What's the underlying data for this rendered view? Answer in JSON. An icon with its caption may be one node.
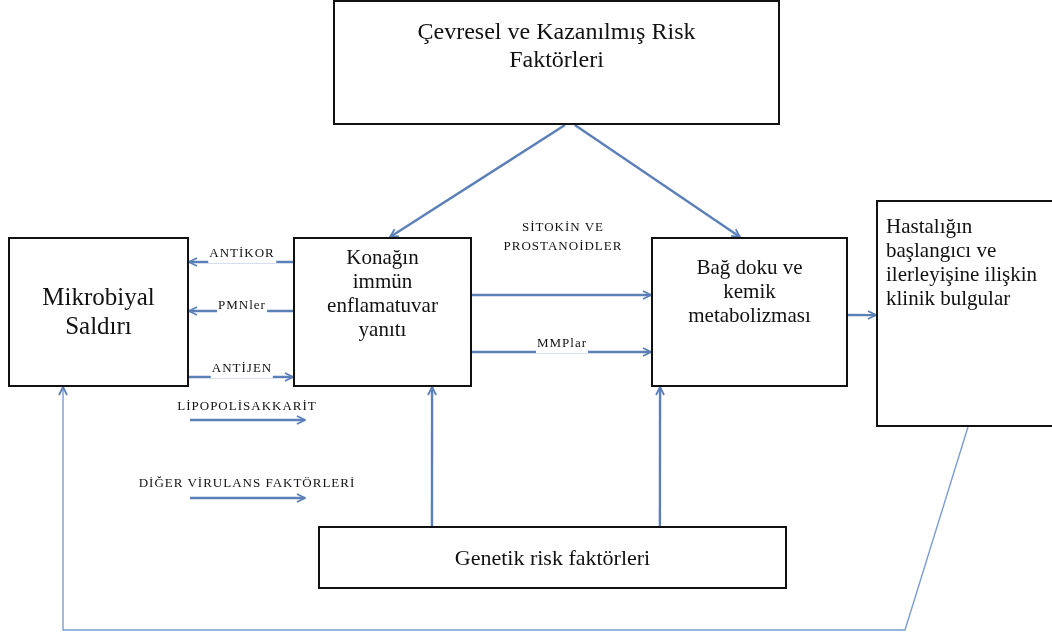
{
  "diagram": {
    "nodes": [
      {
        "text": [
          "Çevresel ve Kazanılmış Risk Faktörleri"
        ]
      },
      {
        "text": [
          "Mikrobiyal Saldırı"
        ]
      },
      {
        "text": [
          "Konağın immün enflamatuvar yanıtı"
        ]
      },
      {
        "text": [
          "Bağ doku ve kemik metabolizması"
        ]
      },
      {
        "text": [
          "Hastalığın başlangıcı ve ilerleyişine ilişkin klinik bulgular"
        ]
      },
      {
        "text": [
          "Genetik risk faktörleri"
        ]
      }
    ],
    "edges": [
      {
        "from": 0,
        "to": 2,
        "arrow": "to"
      },
      {
        "from": 0,
        "to": 3,
        "arrow": "to"
      },
      {
        "from": 2,
        "to": 1,
        "arrow": "to",
        "label": "ANTİKOR"
      },
      {
        "from": 2,
        "to": 1,
        "arrow": "to",
        "label": "PMNler"
      },
      {
        "from": 1,
        "to": 2,
        "arrow": "to",
        "label": "ANTİJEN"
      },
      {
        "from": 2,
        "to": 3,
        "arrow": "to",
        "label": "SİTOKİN VE PROSTANOİDLER"
      },
      {
        "from": 2,
        "to": 3,
        "arrow": "to",
        "label": "MMPlar"
      },
      {
        "from": 3,
        "to": 4,
        "arrow": "to"
      },
      {
        "from": 5,
        "to": 2,
        "arrow": "to"
      },
      {
        "from": 5,
        "to": 3,
        "arrow": "to"
      },
      {
        "from": 4,
        "to": 1,
        "arrow": "to",
        "color": "#7a9dd0"
      }
    ],
    "labels": [
      "LİPOPOLİSAKKARİT",
      "DİĞER VİRULANS FAKTÖRLERİ"
    ]
  }
}
